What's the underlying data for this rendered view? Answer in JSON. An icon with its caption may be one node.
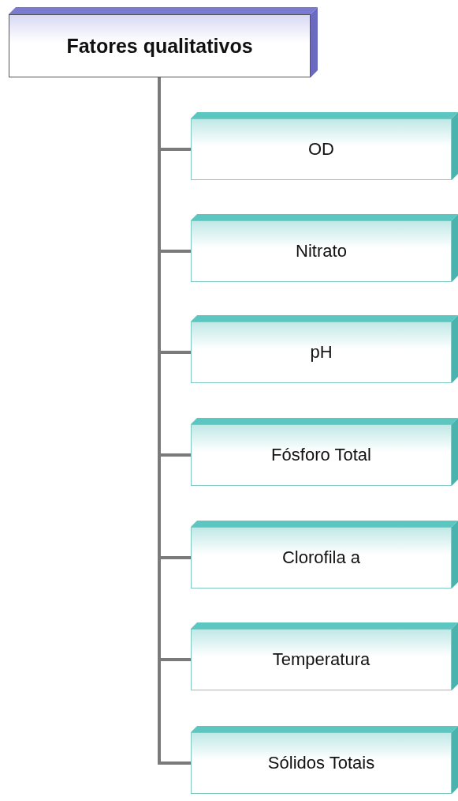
{
  "diagram": {
    "nodes": [
      {
        "text": [
          "Fatores qualitativos"
        ]
      },
      {
        "text": [
          "OD"
        ]
      },
      {
        "text": [
          "Nitrato"
        ]
      },
      {
        "text": [
          "pH"
        ]
      },
      {
        "text": [
          "Fósforo Total"
        ]
      },
      {
        "text": [
          "Clorofila a"
        ]
      },
      {
        "text": [
          "Temperatura"
        ]
      },
      {
        "text": [
          "Sólidos Totais"
        ]
      }
    ],
    "edges": [
      {
        "from": 0,
        "to": 1,
        "arrow": "none"
      },
      {
        "from": 0,
        "to": 2,
        "arrow": "none"
      },
      {
        "from": 0,
        "to": 3,
        "arrow": "none"
      },
      {
        "from": 0,
        "to": 4,
        "arrow": "none"
      },
      {
        "from": 0,
        "to": 5,
        "arrow": "none"
      },
      {
        "from": 0,
        "to": 6,
        "arrow": "none"
      },
      {
        "from": 0,
        "to": 7,
        "arrow": "none"
      }
    ]
  }
}
